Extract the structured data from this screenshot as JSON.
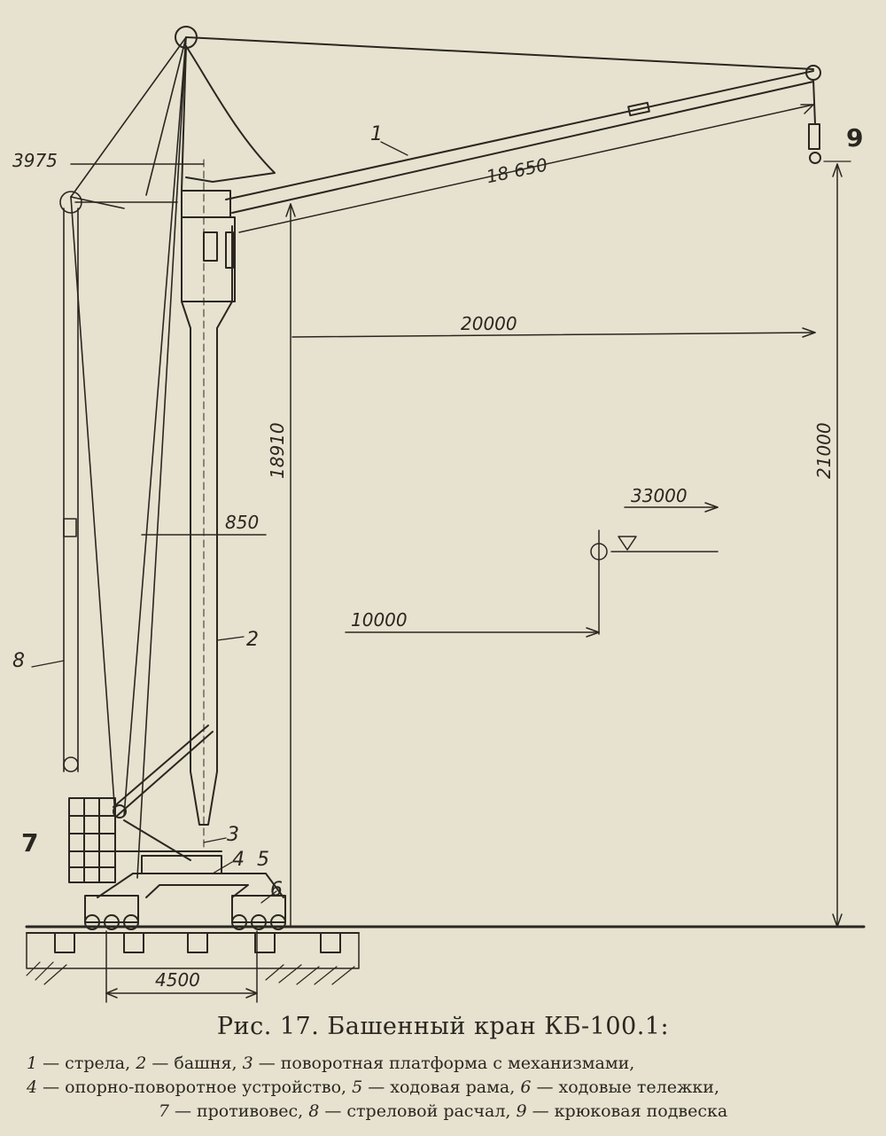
{
  "colors": {
    "paper": "#e6e2cf",
    "ink": "#2a2620"
  },
  "dimensions": {
    "d3975": "3975",
    "d18650": "18 650",
    "d20000": "20000",
    "d18910": "18910",
    "d21000": "21000",
    "d850": "850",
    "d33000": "33000",
    "d10000": "10000",
    "d4500": "4500"
  },
  "callouts": {
    "c1": "1",
    "c2": "2",
    "c3": "3",
    "c4": "4",
    "c5": "5",
    "c6": "6",
    "c7": "7",
    "c8": "8",
    "c9": "9"
  },
  "caption": {
    "title": "Рис. 17. Башенный кран КБ-100.1:",
    "legend": [
      {
        "num": "1",
        "text": " — стрела, "
      },
      {
        "num": "2",
        "text": " — башня, "
      },
      {
        "num": "3",
        "text": " — поворотная платформа с механизмами, "
      },
      {
        "num": "4",
        "text": " — опорно-поворотное устройство, "
      },
      {
        "num": "5",
        "text": " — ходовая рама, "
      },
      {
        "num": "6",
        "text": " — ходовые тележки, "
      },
      {
        "num": "7",
        "text": " — противовес, "
      },
      {
        "num": "8",
        "text": " — стреловой расчал, "
      },
      {
        "num": "9",
        "text": " — крюковая подвеска"
      }
    ]
  }
}
